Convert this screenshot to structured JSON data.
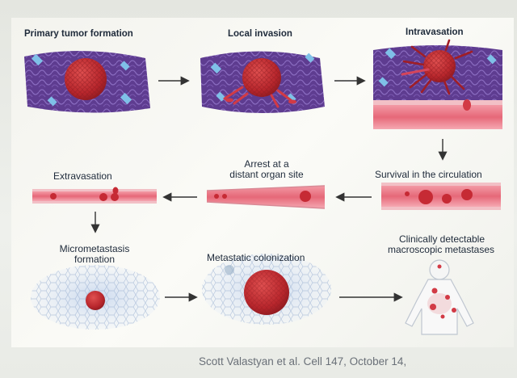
{
  "stages": {
    "primary": "Primary tumor formation",
    "local": "Local invasion",
    "intravasation": "Intravasation",
    "survival": "Survival in the circulation",
    "arrest_line1": "Arrest at a",
    "arrest_line2": "distant organ site",
    "extravasation": "Extravasation",
    "micro_line1": "Micrometastasis",
    "micro_line2": "formation",
    "colonization": "Metastatic colonization",
    "clinical_line1": "Clinically detectable",
    "clinical_line2": "macroscopic metastases"
  },
  "citation": "Scott Valastyan et al. Cell 147, October 14,",
  "colors": {
    "tissue": "#5b3a8a",
    "tumor": "#c0282e",
    "vessel": "#e86a7a",
    "organ": "#b9cde6",
    "arrow": "#333333"
  }
}
